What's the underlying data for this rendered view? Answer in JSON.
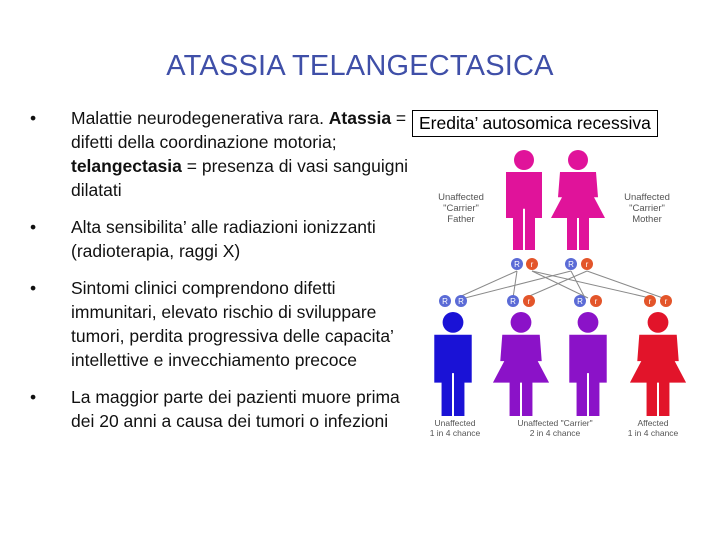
{
  "slide": {
    "title": "ATASSIA TELANGECTASICA",
    "bullets": [
      {
        "marker": "•",
        "text_parts": [
          {
            "text": "Malattie neurodegenerativa rara. ",
            "bold": false
          },
          {
            "text": "Atassia",
            "bold": true
          },
          {
            "text": " = difetti della coordinazione motoria; ",
            "bold": false
          },
          {
            "text": "telangectasia",
            "bold": true
          },
          {
            "text": " = presenza di vasi sanguigni dilatati",
            "bold": false
          }
        ]
      },
      {
        "marker": "•",
        "text_parts": [
          {
            "text": "Alta sensibilita’ alle radiazioni ionizzanti (radioterapia, raggi X)",
            "bold": false
          }
        ]
      },
      {
        "marker": "•",
        "text_parts": [
          {
            "text": "Sintomi clinici comprendono difetti immunitari, elevato rischio di sviluppare tumori, perdita progressiva delle capacita’ intellettive e invecchiamento precoce",
            "bold": false
          }
        ]
      },
      {
        "marker": "•",
        "text_parts": [
          {
            "text": "La maggior parte dei pazienti muore prima dei 20 anni a causa dei tumori o infezioni",
            "bold": false
          }
        ]
      }
    ],
    "image_caption": "Eredita’ autosomica recessiva"
  },
  "diagram": {
    "parents": [
      {
        "line1": "Unaffected",
        "line2": "\"Carrier\"",
        "line3": "Father",
        "alleles": [
          "R",
          "r"
        ],
        "color": "#e0139a"
      },
      {
        "line1": "Unaffected",
        "line2": "\"Carrier\"",
        "line3": "Mother",
        "alleles": [
          "R",
          "r"
        ],
        "color": "#e0139a"
      }
    ],
    "children": [
      {
        "line1": "Unaffected",
        "line2": "1 in 4 chance",
        "alleles": [
          "R",
          "R"
        ],
        "color": "#1a12d6"
      },
      {
        "line1": "Unaffected \"Carrier\"",
        "line2": "2 in 4 chance",
        "alleles": [
          "R",
          "r"
        ],
        "color": "#8b12c8"
      },
      {
        "line1": "",
        "line2": "",
        "alleles": [
          "R",
          "r"
        ],
        "color": "#8b12c8"
      },
      {
        "line1": "Affected",
        "line2": "1 in 4 chance",
        "alleles": [
          "r",
          "r"
        ],
        "color": "#e2142a"
      }
    ],
    "allele_colors": {
      "R": "#5b6bd6",
      "r": "#e3552a"
    }
  }
}
